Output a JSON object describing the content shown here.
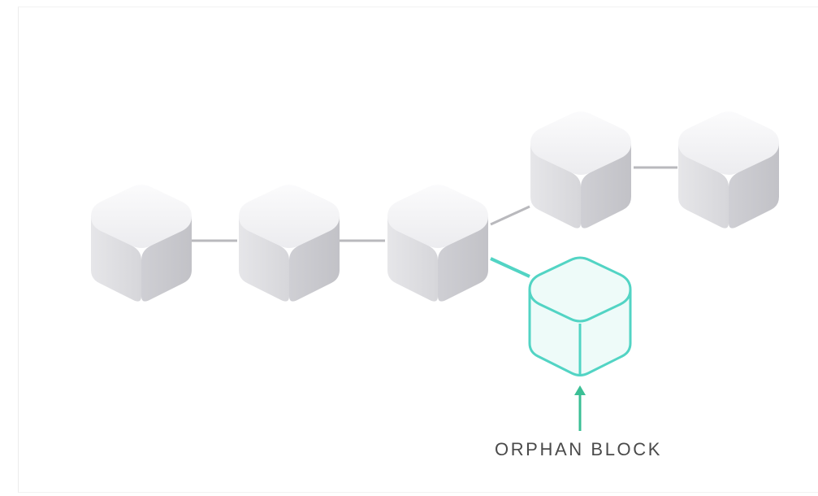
{
  "diagram": {
    "orphan_label": "ORPHAN BLOCK",
    "colors": {
      "block_top": "#f4f4f6",
      "block_left": "#dcdce0",
      "block_right": "#cbcbd0",
      "connector": "#b9b9bd",
      "orphan_stroke": "#52d4c4",
      "orphan_fill": "#eefbf9",
      "arrow": "#3bbf95",
      "caption": "#4a4a4a"
    },
    "blocks": [
      {
        "id": "block-1",
        "type": "main-chain"
      },
      {
        "id": "block-2",
        "type": "main-chain"
      },
      {
        "id": "block-3",
        "type": "main-chain"
      },
      {
        "id": "block-4",
        "type": "main-chain"
      },
      {
        "id": "block-5",
        "type": "main-chain"
      },
      {
        "id": "orphan",
        "type": "orphan"
      }
    ]
  }
}
